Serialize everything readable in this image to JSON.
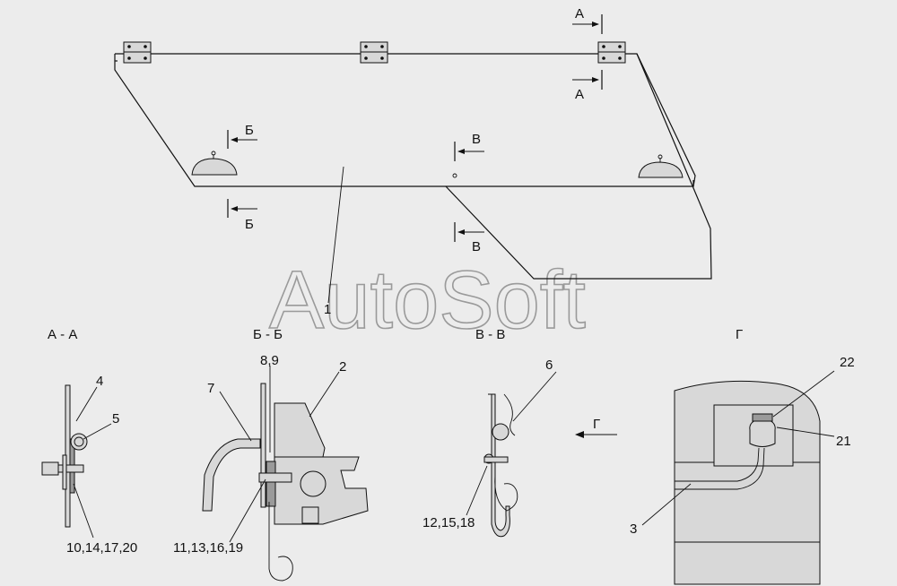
{
  "watermark": "AutoSoft",
  "main_view": {
    "part_label": "1",
    "section_markers": {
      "a_top": "А",
      "a_bottom": "А",
      "b_top": "Б",
      "b_bottom": "Б",
      "v_top": "В",
      "v_bottom": "В"
    }
  },
  "sections": {
    "aa": {
      "title": "А - А",
      "callouts": [
        "4",
        "5",
        "10,14,17,20"
      ]
    },
    "bb": {
      "title": "Б - Б",
      "callouts": [
        "8,9",
        "2",
        "7",
        "11,13,16,19"
      ]
    },
    "vv": {
      "title": "В - В",
      "callouts": [
        "6",
        "12,15,18"
      ]
    },
    "g": {
      "title": "Г",
      "view_arrow_label": "Г",
      "callouts": [
        "22",
        "21",
        "3"
      ]
    }
  },
  "colors": {
    "background": "#ececec",
    "line": "#111111",
    "watermark": "#9a9a9a"
  }
}
